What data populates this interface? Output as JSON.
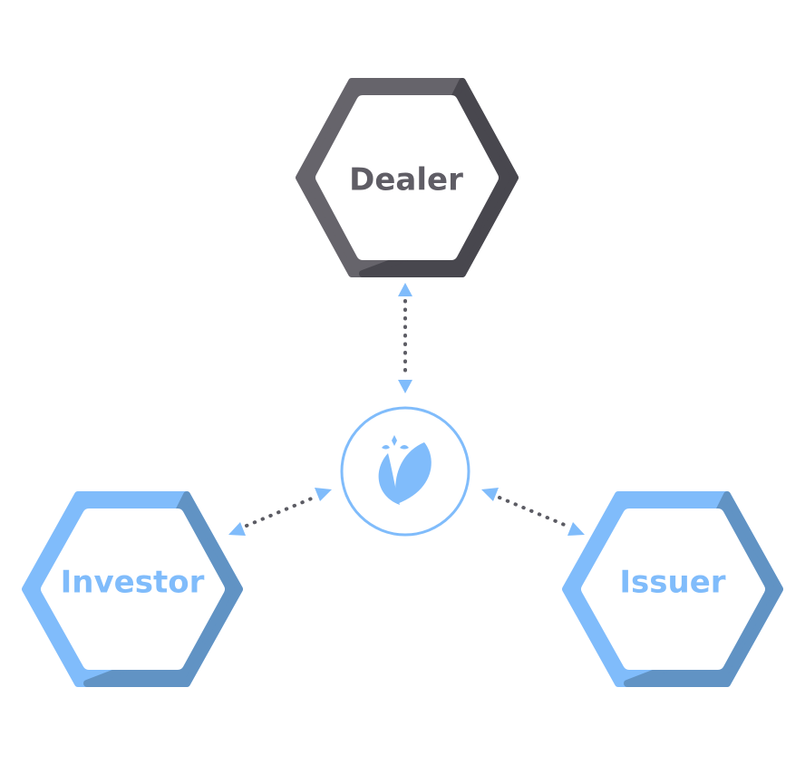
{
  "colors": {
    "dealer_outer": "#66646b",
    "dealer_shadow": "#48474e",
    "dealer_text": "#5f5d65",
    "node_blue": "#80bcfb",
    "node_blue_shadow": "#6193c4",
    "arrow_blue": "#80bcfb",
    "dots_gray": "#5c5c64",
    "background": "#ffffff"
  },
  "nodes": {
    "dealer": {
      "label": "Dealer"
    },
    "investor": {
      "label": "Investor"
    },
    "issuer": {
      "label": "Issuer"
    },
    "hub": {
      "icon": "lotus-logo-icon"
    }
  },
  "connections": [
    {
      "from": "hub",
      "to": "dealer",
      "style": "dotted",
      "arrows": "both"
    },
    {
      "from": "hub",
      "to": "investor",
      "style": "dotted",
      "arrows": "both"
    },
    {
      "from": "hub",
      "to": "issuer",
      "style": "dotted",
      "arrows": "both"
    }
  ]
}
